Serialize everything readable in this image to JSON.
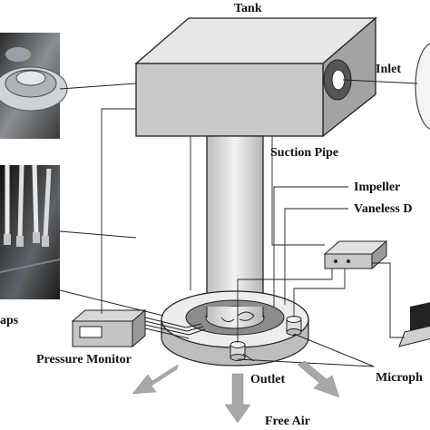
{
  "labels": {
    "tank": "Tank",
    "inlet": "Inlet",
    "suction_pipe": "Suction Pipe",
    "impeller": "Impeller",
    "vaneless": "Vaneless D",
    "taps": "aps",
    "pressure_monitor": "Pressure Monitor",
    "outlet": "Outlet",
    "microphone": "Microph",
    "free_air": "Free Air"
  },
  "colors": {
    "tank_front": "#c9c9c9",
    "tank_top": "#e6e6e6",
    "tank_side": "#9a9a9a",
    "pipe": "#d9d9d9",
    "arrow": "#a8a8a8",
    "line": "#222222"
  }
}
